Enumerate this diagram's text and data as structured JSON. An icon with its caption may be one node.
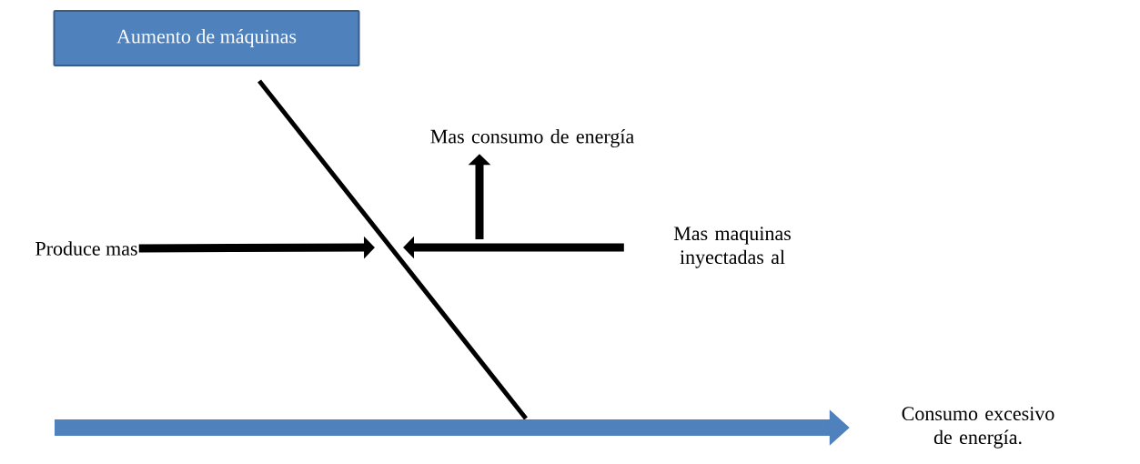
{
  "diagram": {
    "nodes": [
      {
        "text": [
          "Aumento de máquinas"
        ]
      },
      {
        "text": [
          "Mas consumo de energía"
        ]
      },
      {
        "text": [
          "Produce mas"
        ]
      },
      {
        "text": [
          "Mas maquinas inyectadas al"
        ]
      },
      {
        "text": [
          "Consumo excesivo de energía."
        ]
      }
    ],
    "edges": [
      {
        "from": 0,
        "to": null,
        "arrow": "none"
      },
      {
        "from": 2,
        "to": null,
        "arrow": "to"
      },
      {
        "from": 3,
        "to": null,
        "arrow": "to"
      },
      {
        "from": null,
        "to": 1,
        "arrow": "to"
      },
      {
        "from": null,
        "to": 4,
        "arrow": "to",
        "style": "thick",
        "color": "#4f81bd"
      }
    ]
  }
}
